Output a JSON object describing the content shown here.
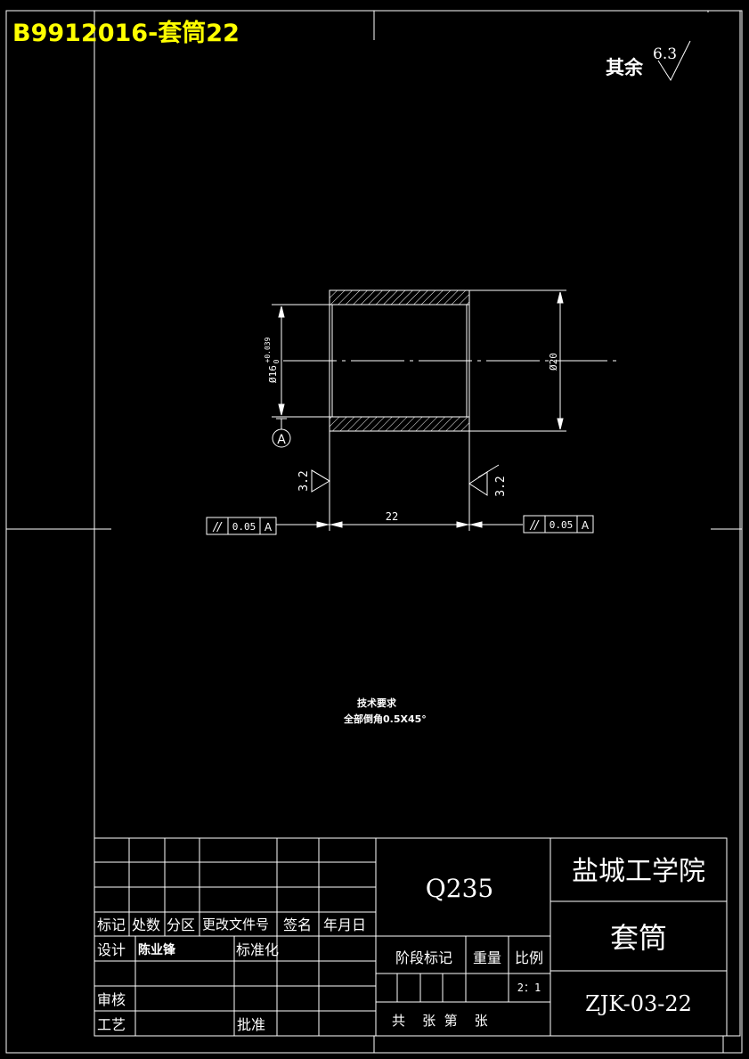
{
  "header_label": "B9912016-套筒22",
  "surface_note": {
    "prefix": "其余",
    "value": "6.3"
  },
  "drawing": {
    "inner_diameter": "Ø16",
    "inner_tolerance": "+0.039",
    "inner_tolerance_lower": "0",
    "outer_diameter": "Ø20",
    "length": "22",
    "datum": "A",
    "roughness_left": "3.2",
    "roughness_right": "3.2",
    "tolerance_left": {
      "symbol": "//",
      "value": "0.05",
      "datum": "A"
    },
    "tolerance_right": {
      "symbol": "//",
      "value": "0.05",
      "datum": "A"
    }
  },
  "tech_req": {
    "title": "技术要求",
    "line1": "全部倒角0.5X45°"
  },
  "title_block": {
    "material": "Q235",
    "school": "盐城工学院",
    "part_name": "套筒",
    "drawing_no": "ZJK-03-22",
    "scale": "2：1",
    "headers": {
      "mark": "标记",
      "count": "处数",
      "zone": "分区",
      "change_doc": "更改文件号",
      "sign": "签名",
      "date": "年月日"
    },
    "design_label": "设计",
    "designer": "陈业锋",
    "standardize_label": "标准化",
    "review_label": "审核",
    "process_label": "工艺",
    "approve_label": "批准",
    "stage_label": "阶段标记",
    "weight_label": "重量",
    "scale_label": "比例",
    "sheets_label": "共    张  第    张"
  },
  "colors": {
    "background": "#000000",
    "line": "#ffffff",
    "header": "#ffff00"
  }
}
